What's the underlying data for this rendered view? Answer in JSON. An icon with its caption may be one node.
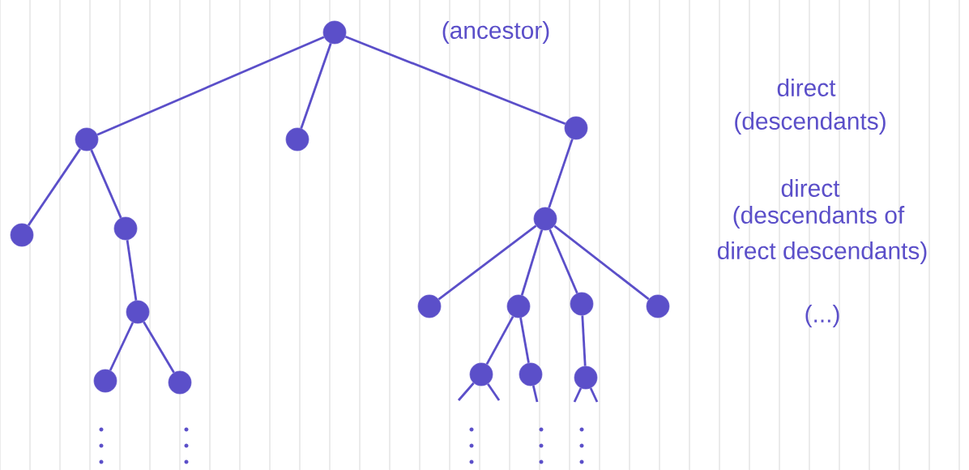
{
  "diagram": {
    "nodes": [
      {
        "text": [],
        "shape": "circle"
      },
      {
        "text": [],
        "shape": "circle"
      },
      {
        "text": [],
        "shape": "circle"
      },
      {
        "text": [],
        "shape": "circle"
      },
      {
        "text": [],
        "shape": "circle"
      },
      {
        "text": [],
        "shape": "circle"
      },
      {
        "text": [],
        "shape": "circle"
      },
      {
        "text": [],
        "shape": "circle"
      },
      {
        "text": [],
        "shape": "circle"
      },
      {
        "text": [],
        "shape": "circle"
      },
      {
        "text": [],
        "shape": "circle"
      },
      {
        "text": [],
        "shape": "circle"
      },
      {
        "text": [],
        "shape": "circle"
      },
      {
        "text": [],
        "shape": "circle"
      },
      {
        "text": [],
        "shape": "circle"
      },
      {
        "text": [],
        "shape": "circle"
      },
      {
        "text": [],
        "shape": "circle"
      }
    ],
    "edges": [
      {
        "from": 0,
        "to": 1,
        "arrow": "none"
      },
      {
        "from": 0,
        "to": 2,
        "arrow": "none"
      },
      {
        "from": 0,
        "to": 3,
        "arrow": "none"
      },
      {
        "from": 1,
        "to": 4,
        "arrow": "none"
      },
      {
        "from": 1,
        "to": 5,
        "arrow": "none"
      },
      {
        "from": 3,
        "to": 6,
        "arrow": "none"
      },
      {
        "from": 5,
        "to": 7,
        "arrow": "none"
      },
      {
        "from": 6,
        "to": 8,
        "arrow": "none"
      },
      {
        "from": 6,
        "to": 9,
        "arrow": "none"
      },
      {
        "from": 6,
        "to": 10,
        "arrow": "none"
      },
      {
        "from": 6,
        "to": 11,
        "arrow": "none"
      },
      {
        "from": 7,
        "to": 12,
        "arrow": "none"
      },
      {
        "from": 7,
        "to": 13,
        "arrow": "none"
      },
      {
        "from": 9,
        "to": 14,
        "arrow": "none"
      },
      {
        "from": 9,
        "to": 15,
        "arrow": "none"
      },
      {
        "from": 10,
        "to": 16,
        "arrow": "none"
      },
      {
        "from": 14,
        "to": null,
        "arrow": "none"
      },
      {
        "from": 14,
        "to": null,
        "arrow": "none"
      },
      {
        "from": 15,
        "to": null,
        "arrow": "none"
      },
      {
        "from": 16,
        "to": null,
        "arrow": "none"
      },
      {
        "from": 16,
        "to": null,
        "arrow": "none"
      }
    ],
    "labels": [
      "(ancestor)",
      "direct",
      "(descendants)",
      "direct",
      "(descendants of",
      "direct descendants)",
      "(...)"
    ]
  }
}
